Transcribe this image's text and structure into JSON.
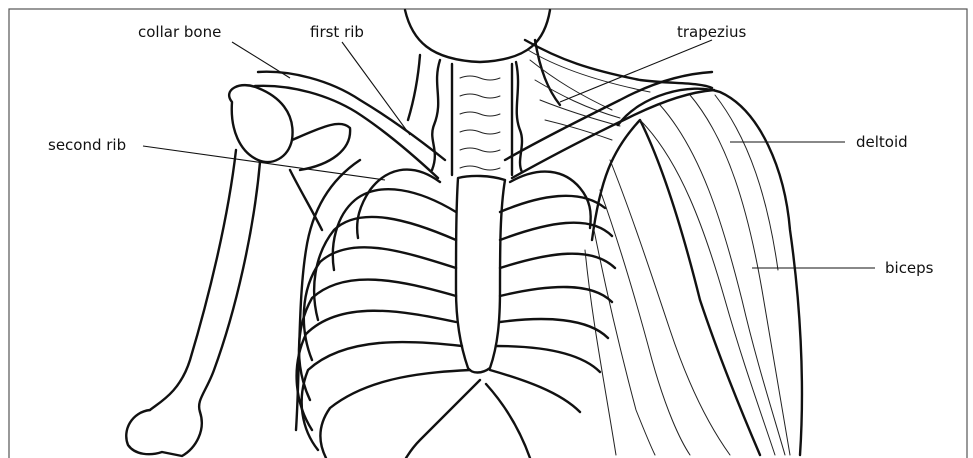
{
  "labels": {
    "collar_bone": "collar bone",
    "first_rib": "first rib",
    "trapezius": "trapezius",
    "second_rib": "second rib",
    "deltoid": "deltoid",
    "biceps": "biceps"
  },
  "colors": {
    "ink": "#111111",
    "paper": "#ffffff",
    "frame": "#555555"
  }
}
